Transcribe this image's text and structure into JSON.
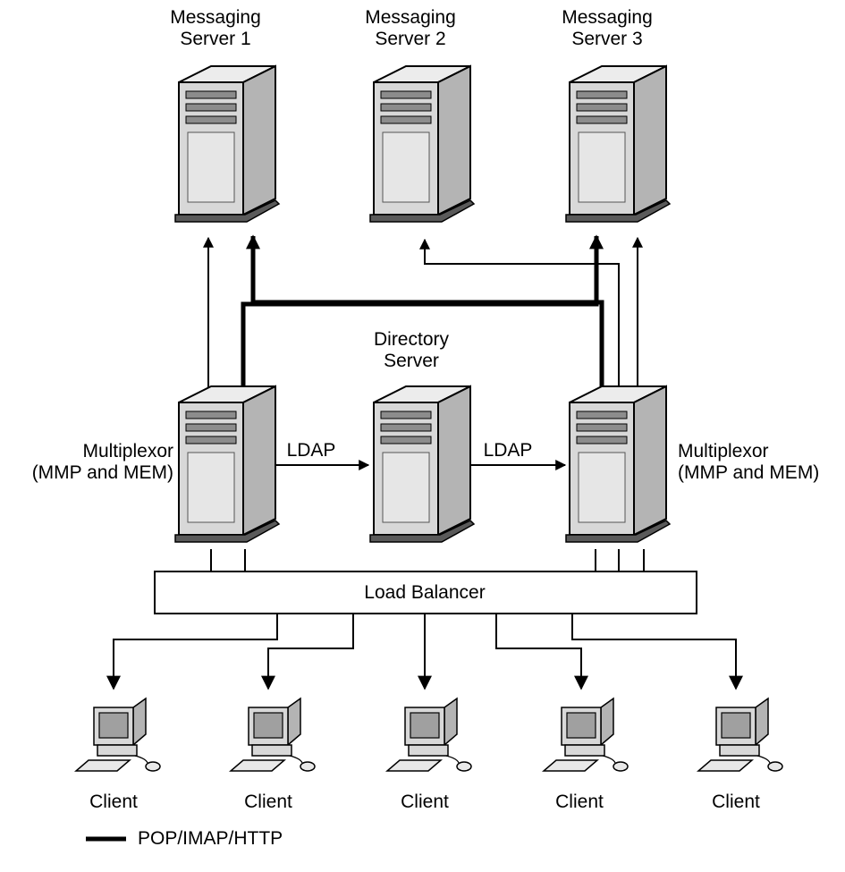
{
  "messaging_servers": [
    {
      "line1": "Messaging",
      "line2": "Server 1"
    },
    {
      "line1": "Messaging",
      "line2": "Server 2"
    },
    {
      "line1": "Messaging",
      "line2": "Server 3"
    }
  ],
  "directory_server": {
    "line1": "Directory",
    "line2": "Server"
  },
  "multiplexors": [
    {
      "line1": "Multiplexor",
      "line2": "(MMP and MEM)"
    },
    {
      "line1": "Multiplexor",
      "line2": "(MMP and MEM)"
    }
  ],
  "links": {
    "ldap_left": "LDAP",
    "ldap_right": "LDAP"
  },
  "load_balancer": "Load Balancer",
  "clients": [
    "Client",
    "Client",
    "Client",
    "Client",
    "Client"
  ],
  "legend": {
    "thick_line": "POP/IMAP/HTTP"
  },
  "colors": {
    "server_face": "#d8d8d8",
    "server_side": "#b4b4b4",
    "server_top": "#ececec",
    "slot": "#8c8c8c",
    "line": "#000000"
  }
}
